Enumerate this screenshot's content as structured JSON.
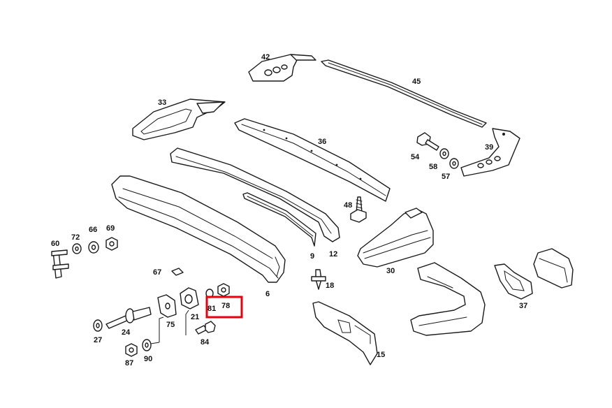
{
  "diagram": {
    "highlight_color": "#e8000d",
    "highlighted_part": "78",
    "labels": {
      "p42": "42",
      "p45": "45",
      "p33": "33",
      "p36": "36",
      "p54": "54",
      "p58": "58",
      "p57": "57",
      "p39": "39",
      "p48": "48",
      "p60": "60",
      "p72": "72",
      "p66": "66",
      "p69": "69",
      "p9": "9",
      "p12": "12",
      "p30": "30",
      "p67": "67",
      "p18": "18",
      "p6": "6",
      "p81": "81",
      "p78": "78",
      "p21": "21",
      "p75": "75",
      "p27": "27",
      "p24": "24",
      "p84": "84",
      "p87": "87",
      "p90": "90",
      "p15": "15",
      "p37": "37"
    }
  }
}
